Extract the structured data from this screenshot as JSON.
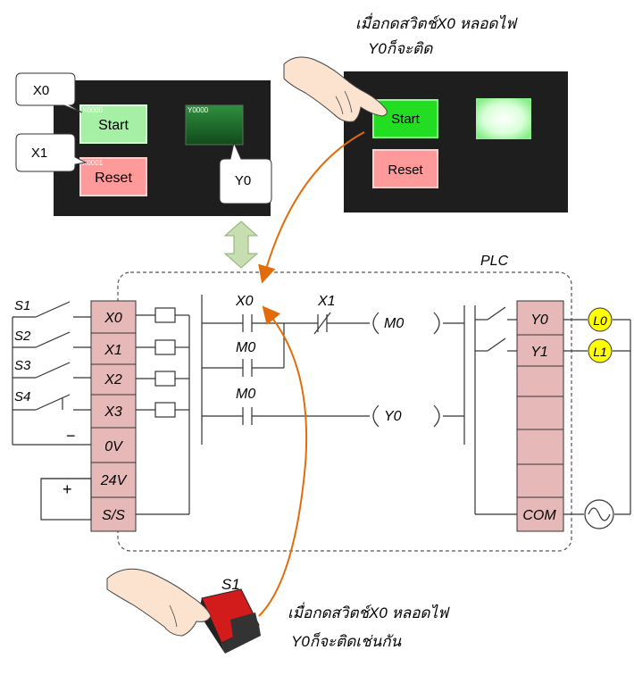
{
  "captions": {
    "top_line1": "เมื่อกดสวิตช์X0 หลอดไฟ",
    "top_line2": "Y0ก็จะติด",
    "bottom_line1": "เมื่อกดสวิตช์X0 หลอดไฟ",
    "bottom_line2": "Y0ก็จะติดเช่นกัน"
  },
  "hmi_left": {
    "start_label": "Start",
    "reset_label": "Reset",
    "start_tag": "X0000",
    "lamp_tag": "Y0000",
    "reset_tag": "X0001",
    "callout_x0": "X0",
    "callout_x1": "X1",
    "callout_y0": "Y0"
  },
  "hmi_right": {
    "start_label": "Start",
    "reset_label": "Reset"
  },
  "plc": {
    "title": "PLC",
    "inputs": [
      "X0",
      "X1",
      "X2",
      "X3",
      "0V",
      "24V",
      "S/S"
    ],
    "outputs": [
      "Y0",
      "Y1",
      "",
      "",
      "",
      "COM"
    ],
    "switches": [
      "S1",
      "S2",
      "S3",
      "S4"
    ],
    "lamps": [
      "L0",
      "L1"
    ],
    "minus": "−",
    "plus": "+",
    "ladder": {
      "c1": "X0",
      "c2": "X1",
      "c3": "M0",
      "c4": "M0",
      "coil1": "M0",
      "coil2": "Y0"
    }
  },
  "pushbutton_label": "S1",
  "colors": {
    "terminal_fill": "#e6b9b8",
    "hmi_bg": "#1e1e1e",
    "start_green": "#22dd22",
    "reset_pink": "#ff9999",
    "arrow_orange": "#e36c0a",
    "lamp_yellow": "#ffff00"
  }
}
